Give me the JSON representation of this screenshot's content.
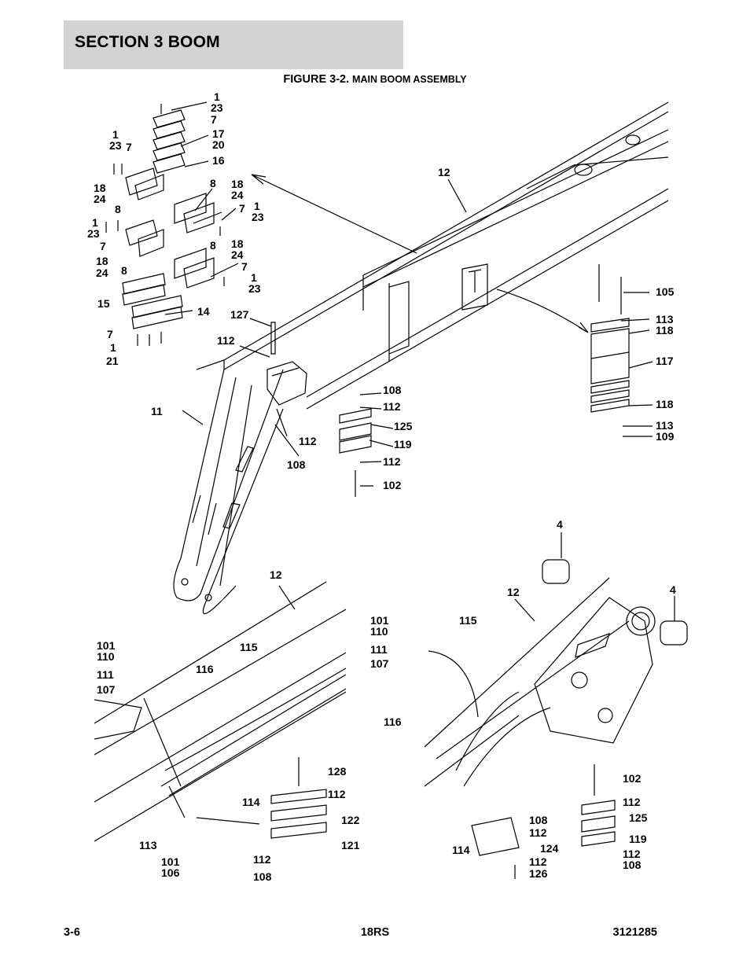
{
  "header": {
    "section_title": "SECTION 3   BOOM"
  },
  "figure": {
    "number": "FIGURE 3-2.",
    "title": "MAIN BOOM ASSEMBLY"
  },
  "callouts": [
    "1",
    "23",
    "7",
    "17",
    "20",
    "16",
    "1",
    "23",
    "7",
    "18",
    "24",
    "8",
    "8",
    "18",
    "24",
    "7",
    "1",
    "23",
    "1",
    "23",
    "7",
    "18",
    "24",
    "8",
    "8",
    "18",
    "24",
    "7",
    "1",
    "23",
    "15",
    "14",
    "7",
    "1",
    "21",
    "127",
    "112",
    "12",
    "11",
    "108",
    "112",
    "125",
    "119",
    "112",
    "102",
    "112",
    "108",
    "105",
    "113",
    "118",
    "117",
    "118",
    "113",
    "109",
    "4",
    "4",
    "12",
    "12",
    "101",
    "110",
    "111",
    "107",
    "116",
    "115",
    "128",
    "112",
    "122",
    "121",
    "114",
    "113",
    "101",
    "106",
    "112",
    "108",
    "101",
    "110",
    "111",
    "107",
    "115",
    "116",
    "114",
    "108",
    "112",
    "124",
    "112",
    "126",
    "102",
    "112",
    "125",
    "119",
    "112",
    "108"
  ],
  "footer": {
    "page": "3-6",
    "model": "18RS",
    "doc_number": "3121285"
  }
}
